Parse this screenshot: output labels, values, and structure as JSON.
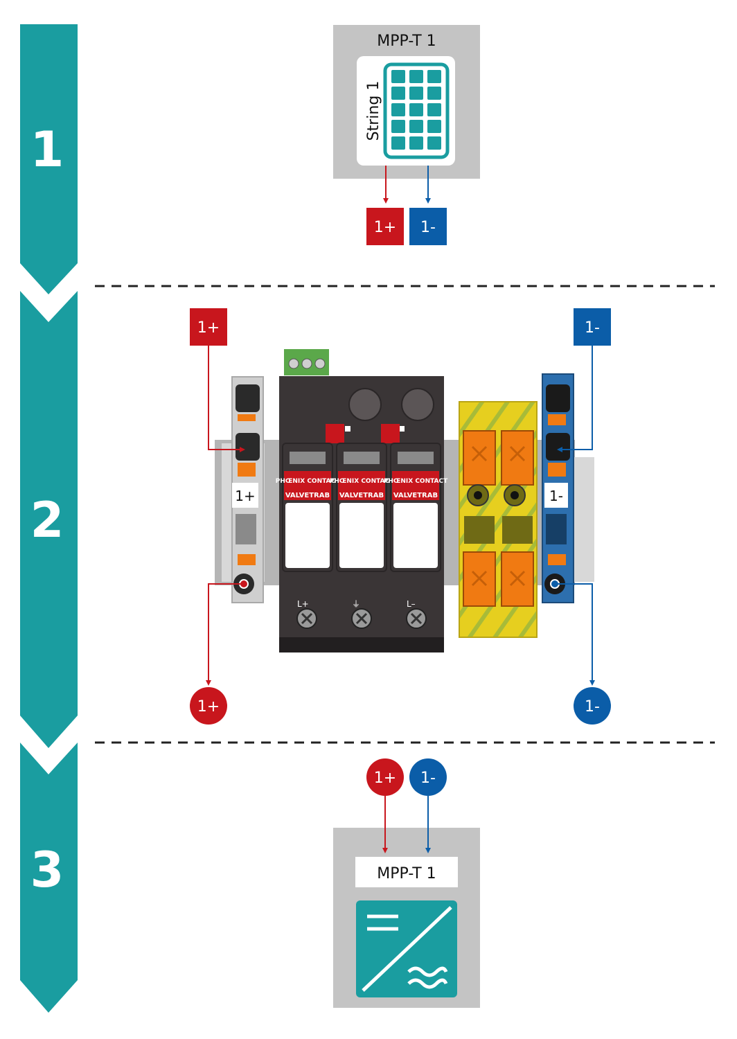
{
  "colors": {
    "teal": "#1a9da0",
    "plus_red": "#c8161d",
    "minus_blue": "#0b5da8",
    "box_grey": "#c4c4c4",
    "spd_body": "#3a3536",
    "terminal_grey": "#cfcfcf",
    "pe_yellow": "#e6cf1f",
    "lever_orange": "#f07a12",
    "connector_green": "#5ba84a",
    "white": "#ffffff"
  },
  "steps": [
    {
      "number": "1"
    },
    {
      "number": "2"
    },
    {
      "number": "3"
    }
  ],
  "step1": {
    "mppt_label": "MPP-T 1",
    "string_label": "String 1",
    "plus_tag": "1+",
    "minus_tag": "1-"
  },
  "step2": {
    "plus_in_tag": "1+",
    "minus_in_tag": "1-",
    "plus_terminal_label": "1+",
    "minus_terminal_label": "1-",
    "plus_out_tag": "1+",
    "minus_out_tag": "1-",
    "spd_modules": [
      {
        "brand": "PHŒNIX CONTACT",
        "product": "VALVETRAB"
      },
      {
        "brand": "PHŒNIX CONTACT",
        "product": "VALVETRAB"
      },
      {
        "brand": "PHŒNIX CONTACT",
        "product": "VALVETRAB"
      }
    ],
    "base_terminals": [
      "L+",
      "⏚",
      "L–"
    ],
    "icons": [
      "lock-icon",
      "screw-icon",
      "ground-icon",
      "inverter-icon"
    ]
  },
  "step3": {
    "plus_tag": "1+",
    "minus_tag": "1-",
    "mppt_label": "MPP-T 1",
    "inverter_icon": "inverter-dc-ac-icon"
  }
}
